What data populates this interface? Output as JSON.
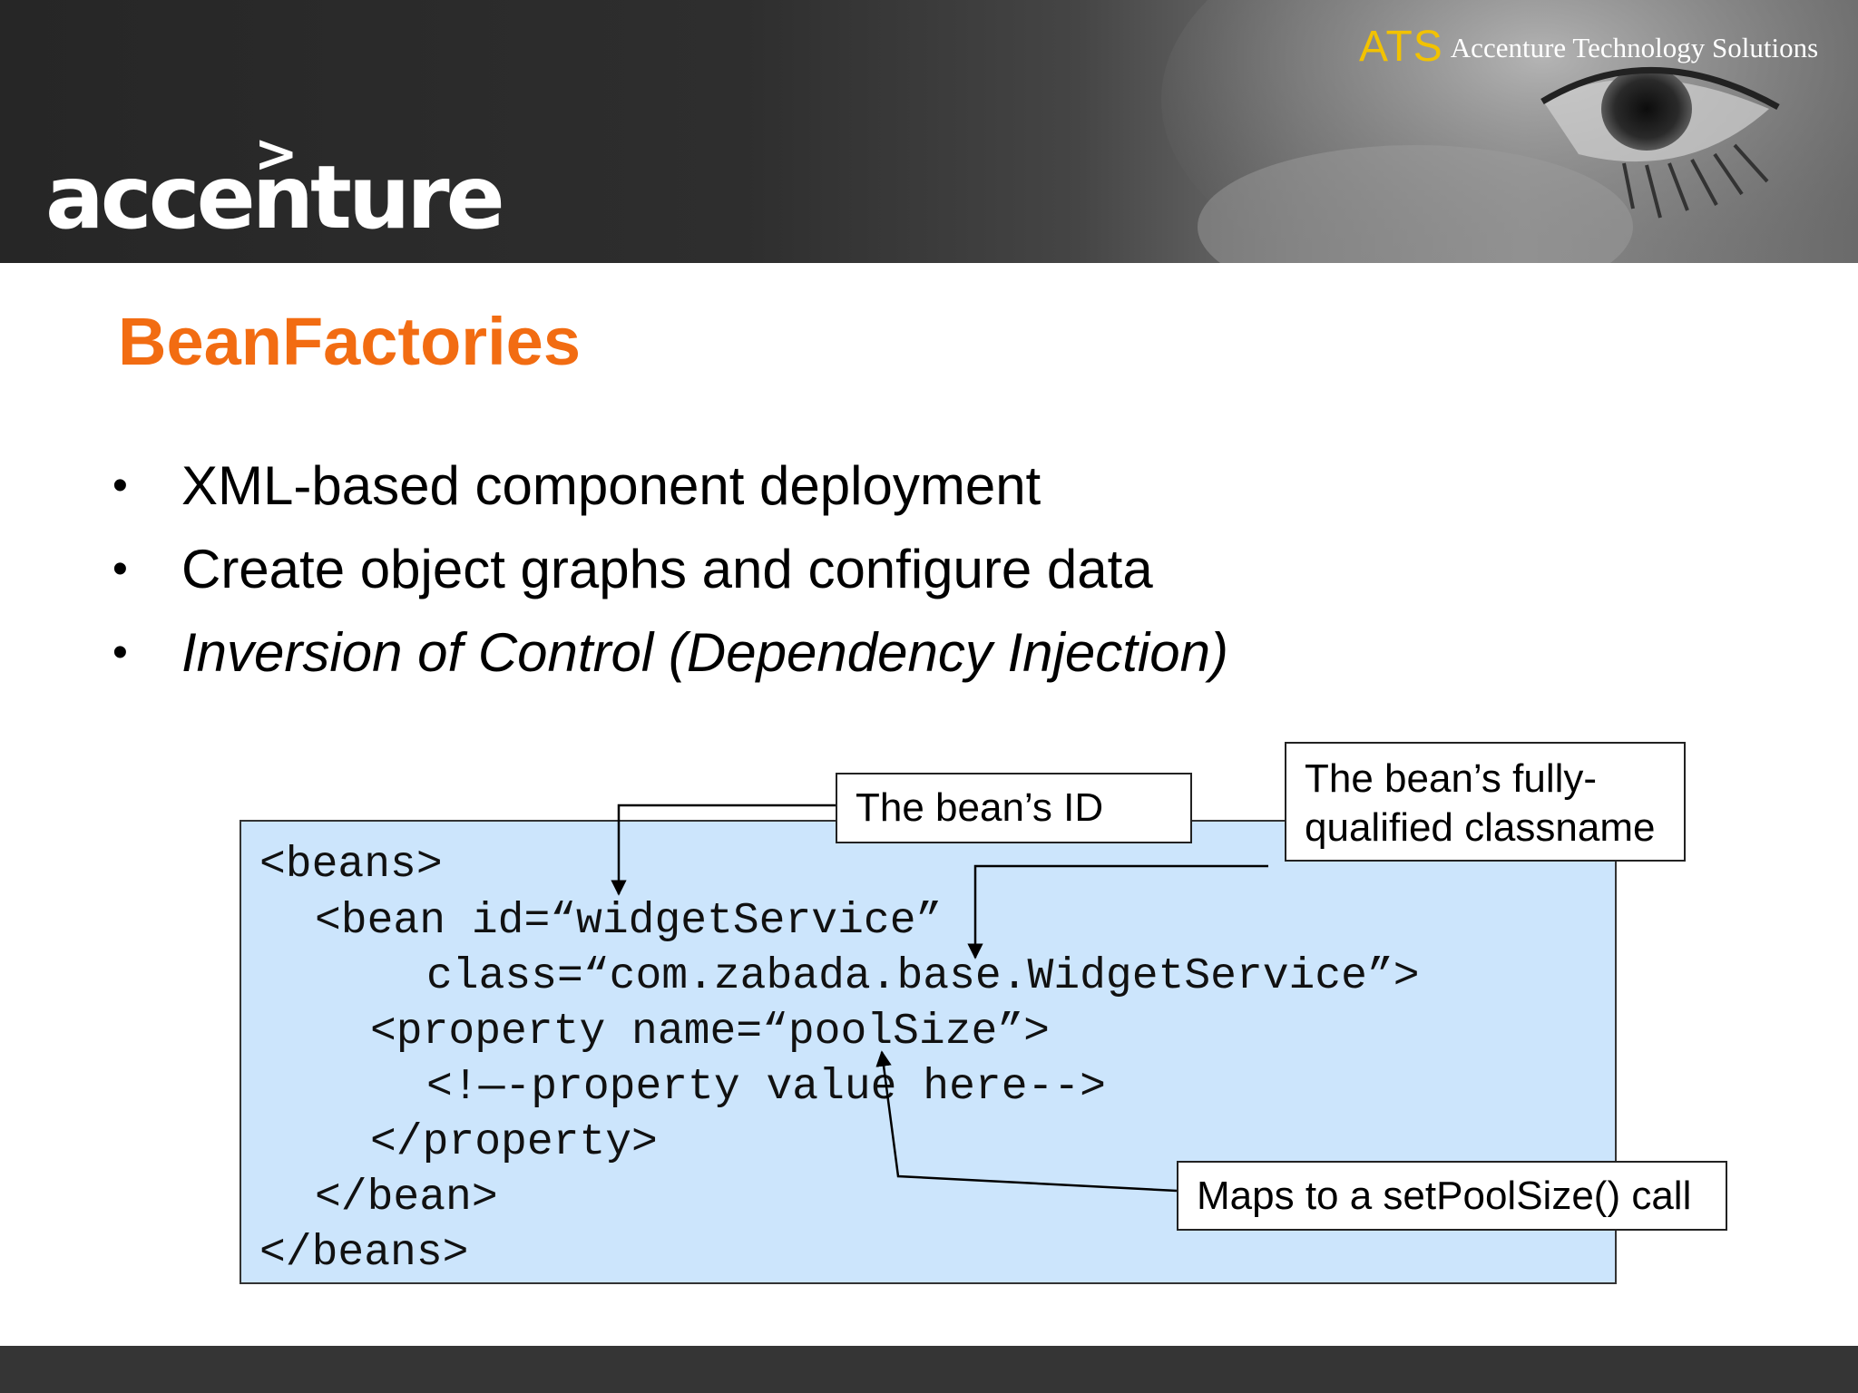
{
  "header": {
    "logo_text": "accenture",
    "logo_chevron": ">",
    "ats_mark": "ATS",
    "ats_text": "Accenture Technology Solutions"
  },
  "slide": {
    "title": "BeanFactories",
    "bullets": [
      "XML-based component deployment",
      "Create object graphs and configure data",
      "Inversion of Control (Dependency Injection)"
    ],
    "bullet_glyph": "•"
  },
  "code": {
    "lines": [
      "<beans>",
      "<bean id=“widgetService”",
      "class=“com.zabada.base.WidgetService”>",
      "<property name=“poolSize”>",
      "<!—-property value here-->",
      "</property>",
      "</bean>",
      "</beans>"
    ]
  },
  "callouts": {
    "bean_id": "The bean’s ID",
    "classname_line1": "The bean’s fully-",
    "classname_line2": "qualified classname",
    "pool_size": "Maps to a setPoolSize() call"
  },
  "colors": {
    "title": "#f26c12",
    "code_background": "#cce5fc",
    "ats_mark": "#f2c200",
    "footer": "#353535"
  }
}
